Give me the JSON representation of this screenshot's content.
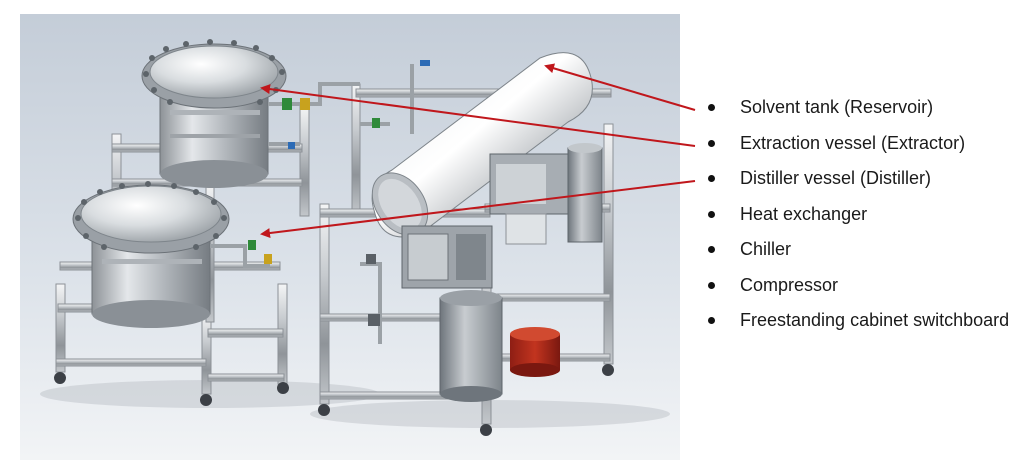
{
  "legend": {
    "items": [
      "Solvent tank (Reservoir)",
      "Extraction vessel (Extractor)",
      "Distiller vessel (Distiller)",
      "Heat exchanger",
      "Chiller",
      "Compressor",
      "Freestanding cabinet switchboard"
    ]
  },
  "colors": {
    "arrow": "#c0171c",
    "background_top": "#c9d2dc",
    "background_bottom": "#eef1f4"
  }
}
